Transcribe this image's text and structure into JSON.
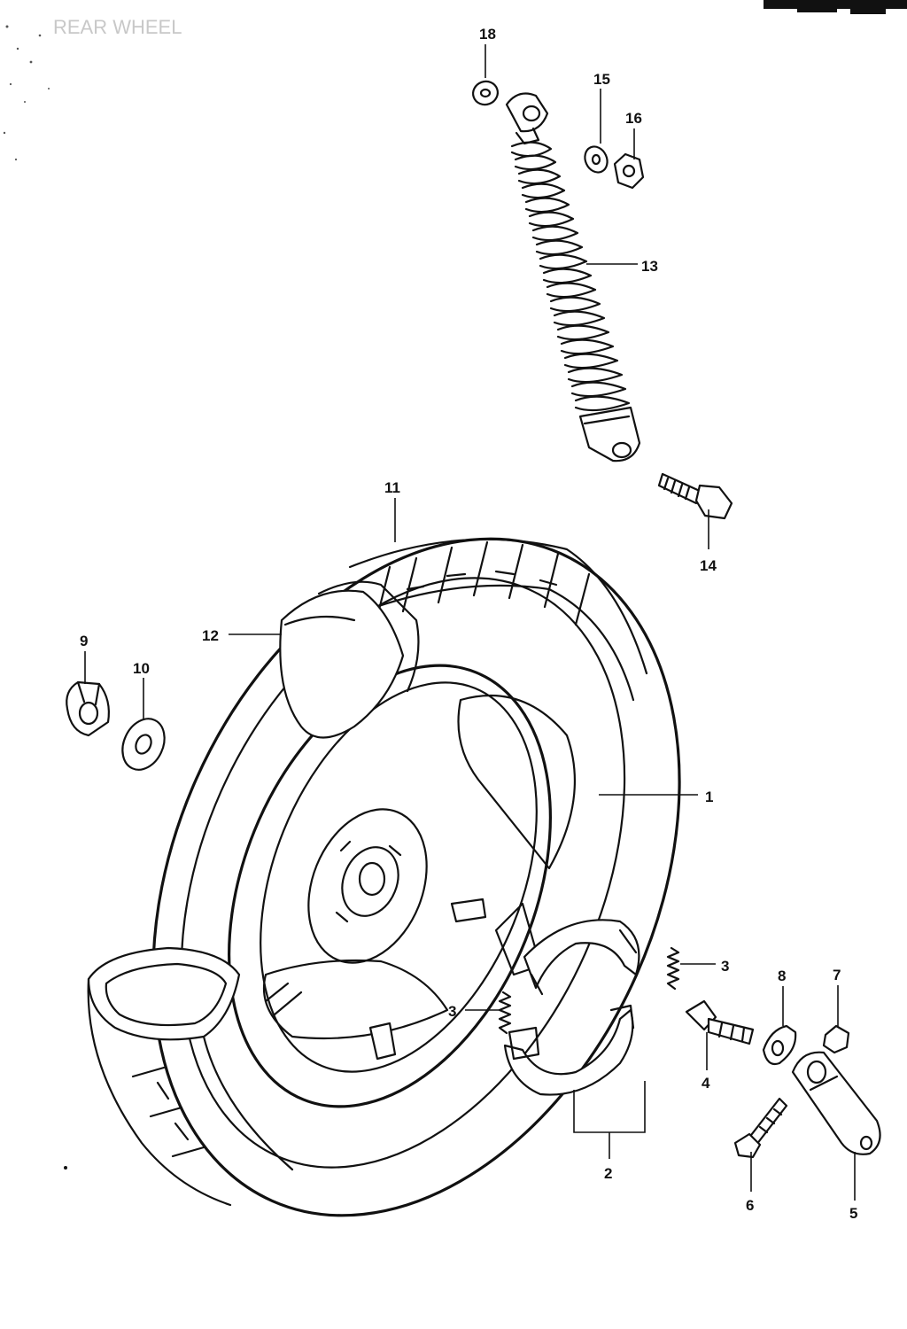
{
  "diagram": {
    "title": "REAR WHEEL",
    "colors": {
      "ink": "#111111",
      "paper": "#ffffff",
      "faded_title": "#c8c8c8"
    },
    "callouts": [
      {
        "id": "c1",
        "label": "1"
      },
      {
        "id": "c2",
        "label": "2"
      },
      {
        "id": "c3a",
        "label": "3"
      },
      {
        "id": "c3b",
        "label": "3"
      },
      {
        "id": "c4",
        "label": "4"
      },
      {
        "id": "c5",
        "label": "5"
      },
      {
        "id": "c6",
        "label": "6"
      },
      {
        "id": "c7",
        "label": "7"
      },
      {
        "id": "c8",
        "label": "8"
      },
      {
        "id": "c9",
        "label": "9"
      },
      {
        "id": "c10",
        "label": "10"
      },
      {
        "id": "c11",
        "label": "11"
      },
      {
        "id": "c12",
        "label": "12"
      },
      {
        "id": "c13",
        "label": "13"
      },
      {
        "id": "c14",
        "label": "14"
      },
      {
        "id": "c15",
        "label": "15"
      },
      {
        "id": "c16",
        "label": "16"
      },
      {
        "id": "c18",
        "label": "18"
      }
    ]
  }
}
